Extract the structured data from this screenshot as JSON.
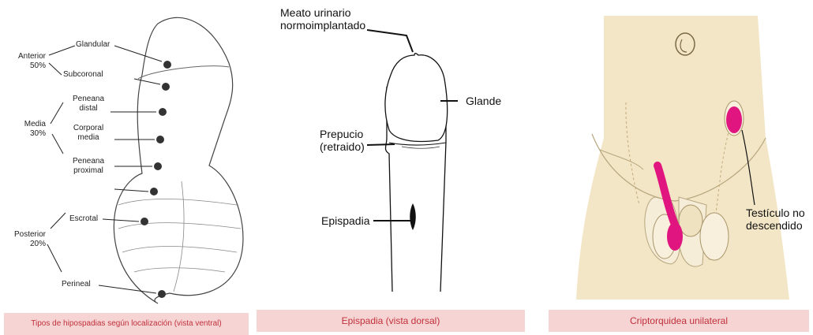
{
  "panel1": {
    "groups": [
      {
        "name": "Anterior",
        "pct": "50%"
      },
      {
        "name": "Media",
        "pct": "30%"
      },
      {
        "name": "Posterior",
        "pct": "20%"
      }
    ],
    "locations": [
      "Glandular",
      "Subcoronal",
      "Peneana\ndistal",
      "Corporal\nmedia",
      "Peneana\nproximal",
      "Escrotal",
      "Perineal"
    ],
    "caption": "Tipos de hipospadias según localización (vista ventral)"
  },
  "panel2": {
    "labels": {
      "meato": "Meato urinario\nnormoimplantado",
      "glande": "Glande",
      "prepucio": "Prepucio\n(retraido)",
      "epispadia": "Epispadia"
    },
    "caption": "Epispadia (vista dorsal)"
  },
  "panel3": {
    "label": "Testículo no\ndescendido",
    "caption": "Criptorquidea unilateral"
  },
  "colors": {
    "caption_bg": "#f6d4d4",
    "caption_text": "#c0303a",
    "testis_magenta": "#e0157f",
    "skin_tone": "#f3e6c6"
  }
}
